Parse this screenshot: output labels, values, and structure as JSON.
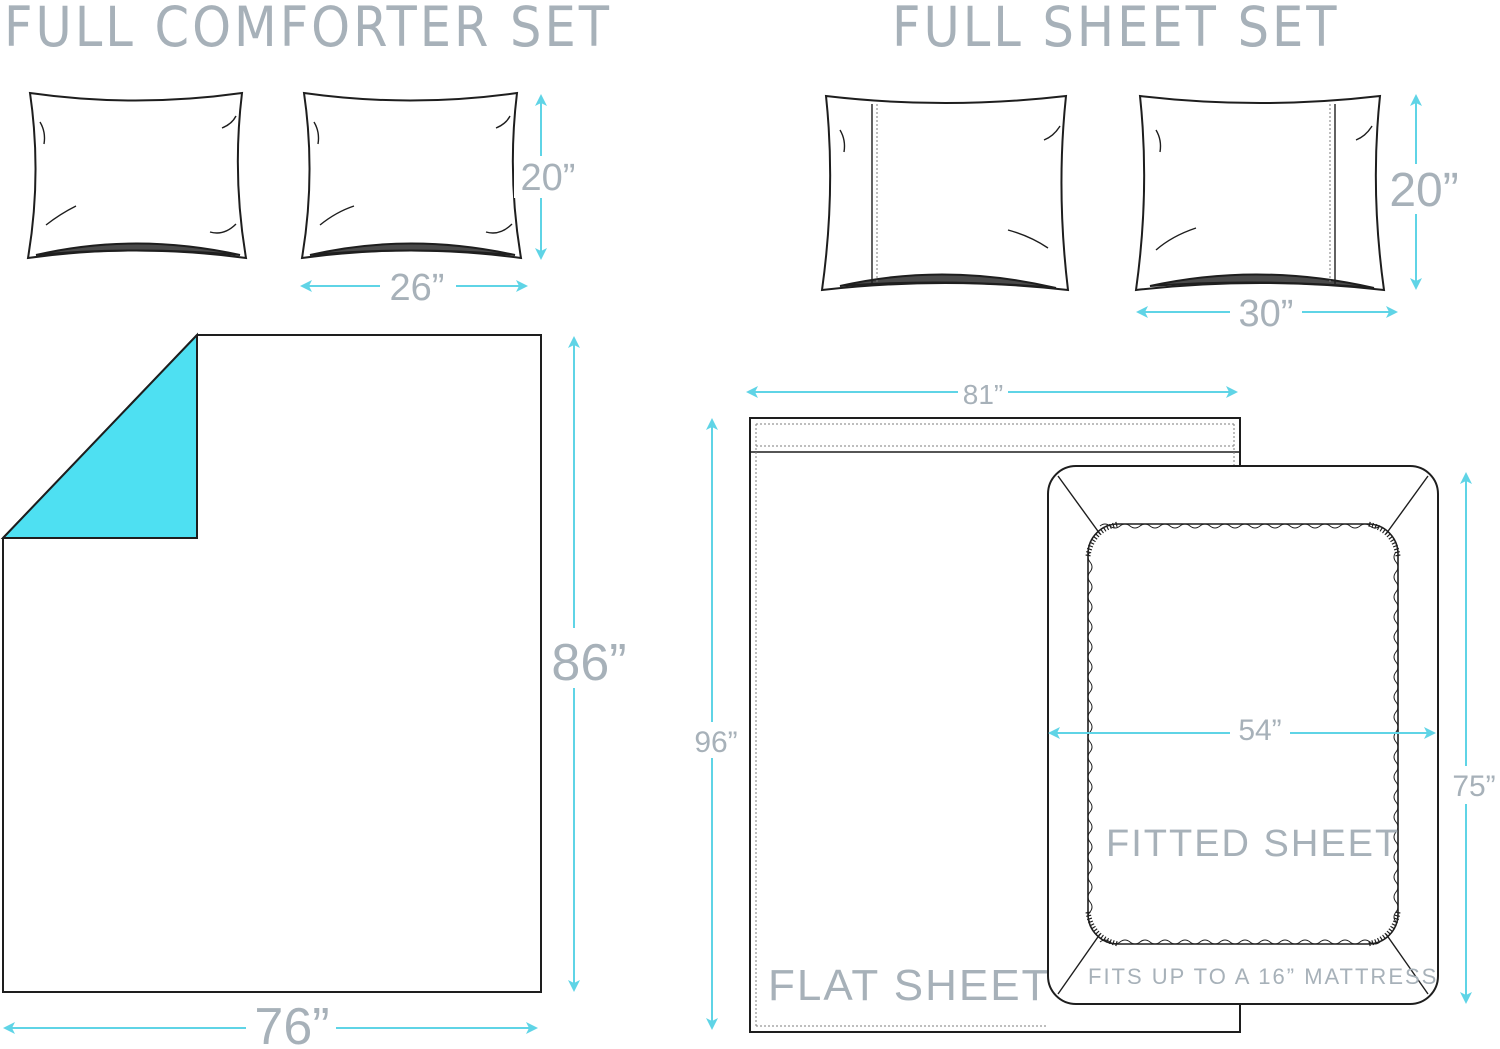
{
  "titles": {
    "comforter_set": "FULL COMFORTER SET",
    "sheet_set": "FULL SHEET SET"
  },
  "comforter": {
    "pillow_height": "20”",
    "pillow_width": "26”",
    "height": "86”",
    "width": "76”"
  },
  "sheets": {
    "pillow_height": "20”",
    "pillow_width": "30”",
    "flat_width": "81”",
    "flat_height": "96”",
    "fitted_width": "54”",
    "fitted_height": "75”",
    "flat_label": "FLAT SHEET",
    "fitted_label": "FITTED SHEET",
    "mattress_note": "FITS UP TO A 16” MATTRESS"
  },
  "colors": {
    "accent": "#4ee0f2",
    "arrow": "#5fd4e6",
    "text": "#a7b1b9",
    "outline": "#1e1e1e",
    "pillow_shadow": "#4a4a4a"
  },
  "icons": {
    "pillow": "pillow-icon",
    "comforter": "comforter-icon",
    "flat_sheet": "flat-sheet-icon",
    "fitted_sheet": "fitted-sheet-icon"
  }
}
